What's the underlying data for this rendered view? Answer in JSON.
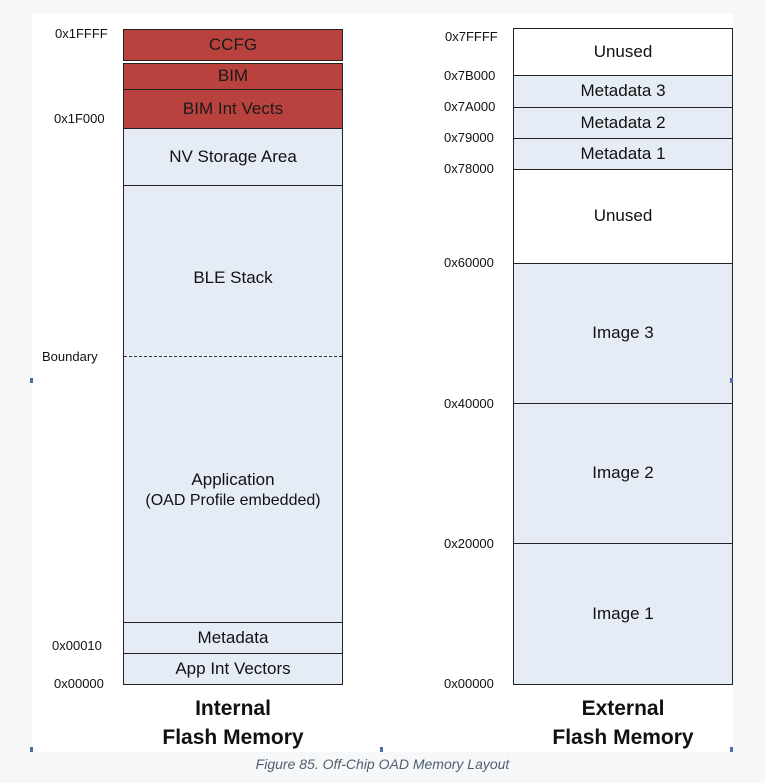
{
  "internal_memory": {
    "title_line1": "Internal",
    "title_line2": "Flash Memory",
    "blocks": [
      {
        "label": "CCFG",
        "color": "#b9423e"
      },
      {
        "label": "BIM",
        "color": "#b9423e"
      },
      {
        "label": "BIM Int Vects",
        "color": "#b9423e"
      },
      {
        "label": "NV Storage Area",
        "color": "#e6ecf6"
      },
      {
        "label": "BLE Stack",
        "color": "#e6ecf6"
      },
      {
        "label": "Application",
        "sublabel": "(OAD Profile embedded)",
        "color": "#e6ecf6"
      },
      {
        "label": "Metadata",
        "color": "#e6ecf6"
      },
      {
        "label": "App Int Vectors",
        "color": "#e6ecf6"
      }
    ],
    "addresses": [
      "0x1FFFF",
      "0x1F000",
      "Boundary",
      "0x00010",
      "0x00000"
    ]
  },
  "external_memory": {
    "title_line1": "External",
    "title_line2": "Flash Memory",
    "blocks": [
      {
        "label": "Unused",
        "color": "#ffffff"
      },
      {
        "label": "Metadata 3",
        "color": "#e6ecf6"
      },
      {
        "label": "Metadata 2",
        "color": "#e6ecf6"
      },
      {
        "label": "Metadata 1",
        "color": "#e6ecf6"
      },
      {
        "label": "Unused",
        "color": "#ffffff"
      },
      {
        "label": "Image 3",
        "color": "#e6ecf6"
      },
      {
        "label": "Image 2",
        "color": "#e6ecf6"
      },
      {
        "label": "Image 1",
        "color": "#e6ecf6"
      }
    ],
    "addresses": [
      "0x7FFFF",
      "0x7B000",
      "0x7A000",
      "0x79000",
      "0x78000",
      "0x60000",
      "0x40000",
      "0x20000",
      "0x00000"
    ]
  },
  "caption": "Figure 85. Off-Chip OAD Memory Layout"
}
